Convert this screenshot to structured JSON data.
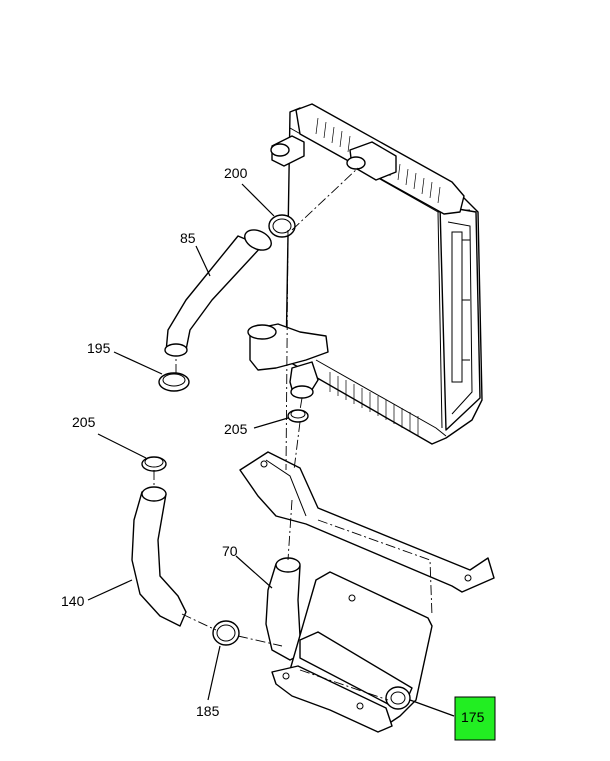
{
  "callouts": {
    "c200": "200",
    "c85": "85",
    "c195": "195",
    "c205a": "205",
    "c205b": "205",
    "c140": "140",
    "c70": "70",
    "c185": "185",
    "c175": "175"
  },
  "highlight": {
    "part_number": "175",
    "color": "#22ee22"
  }
}
